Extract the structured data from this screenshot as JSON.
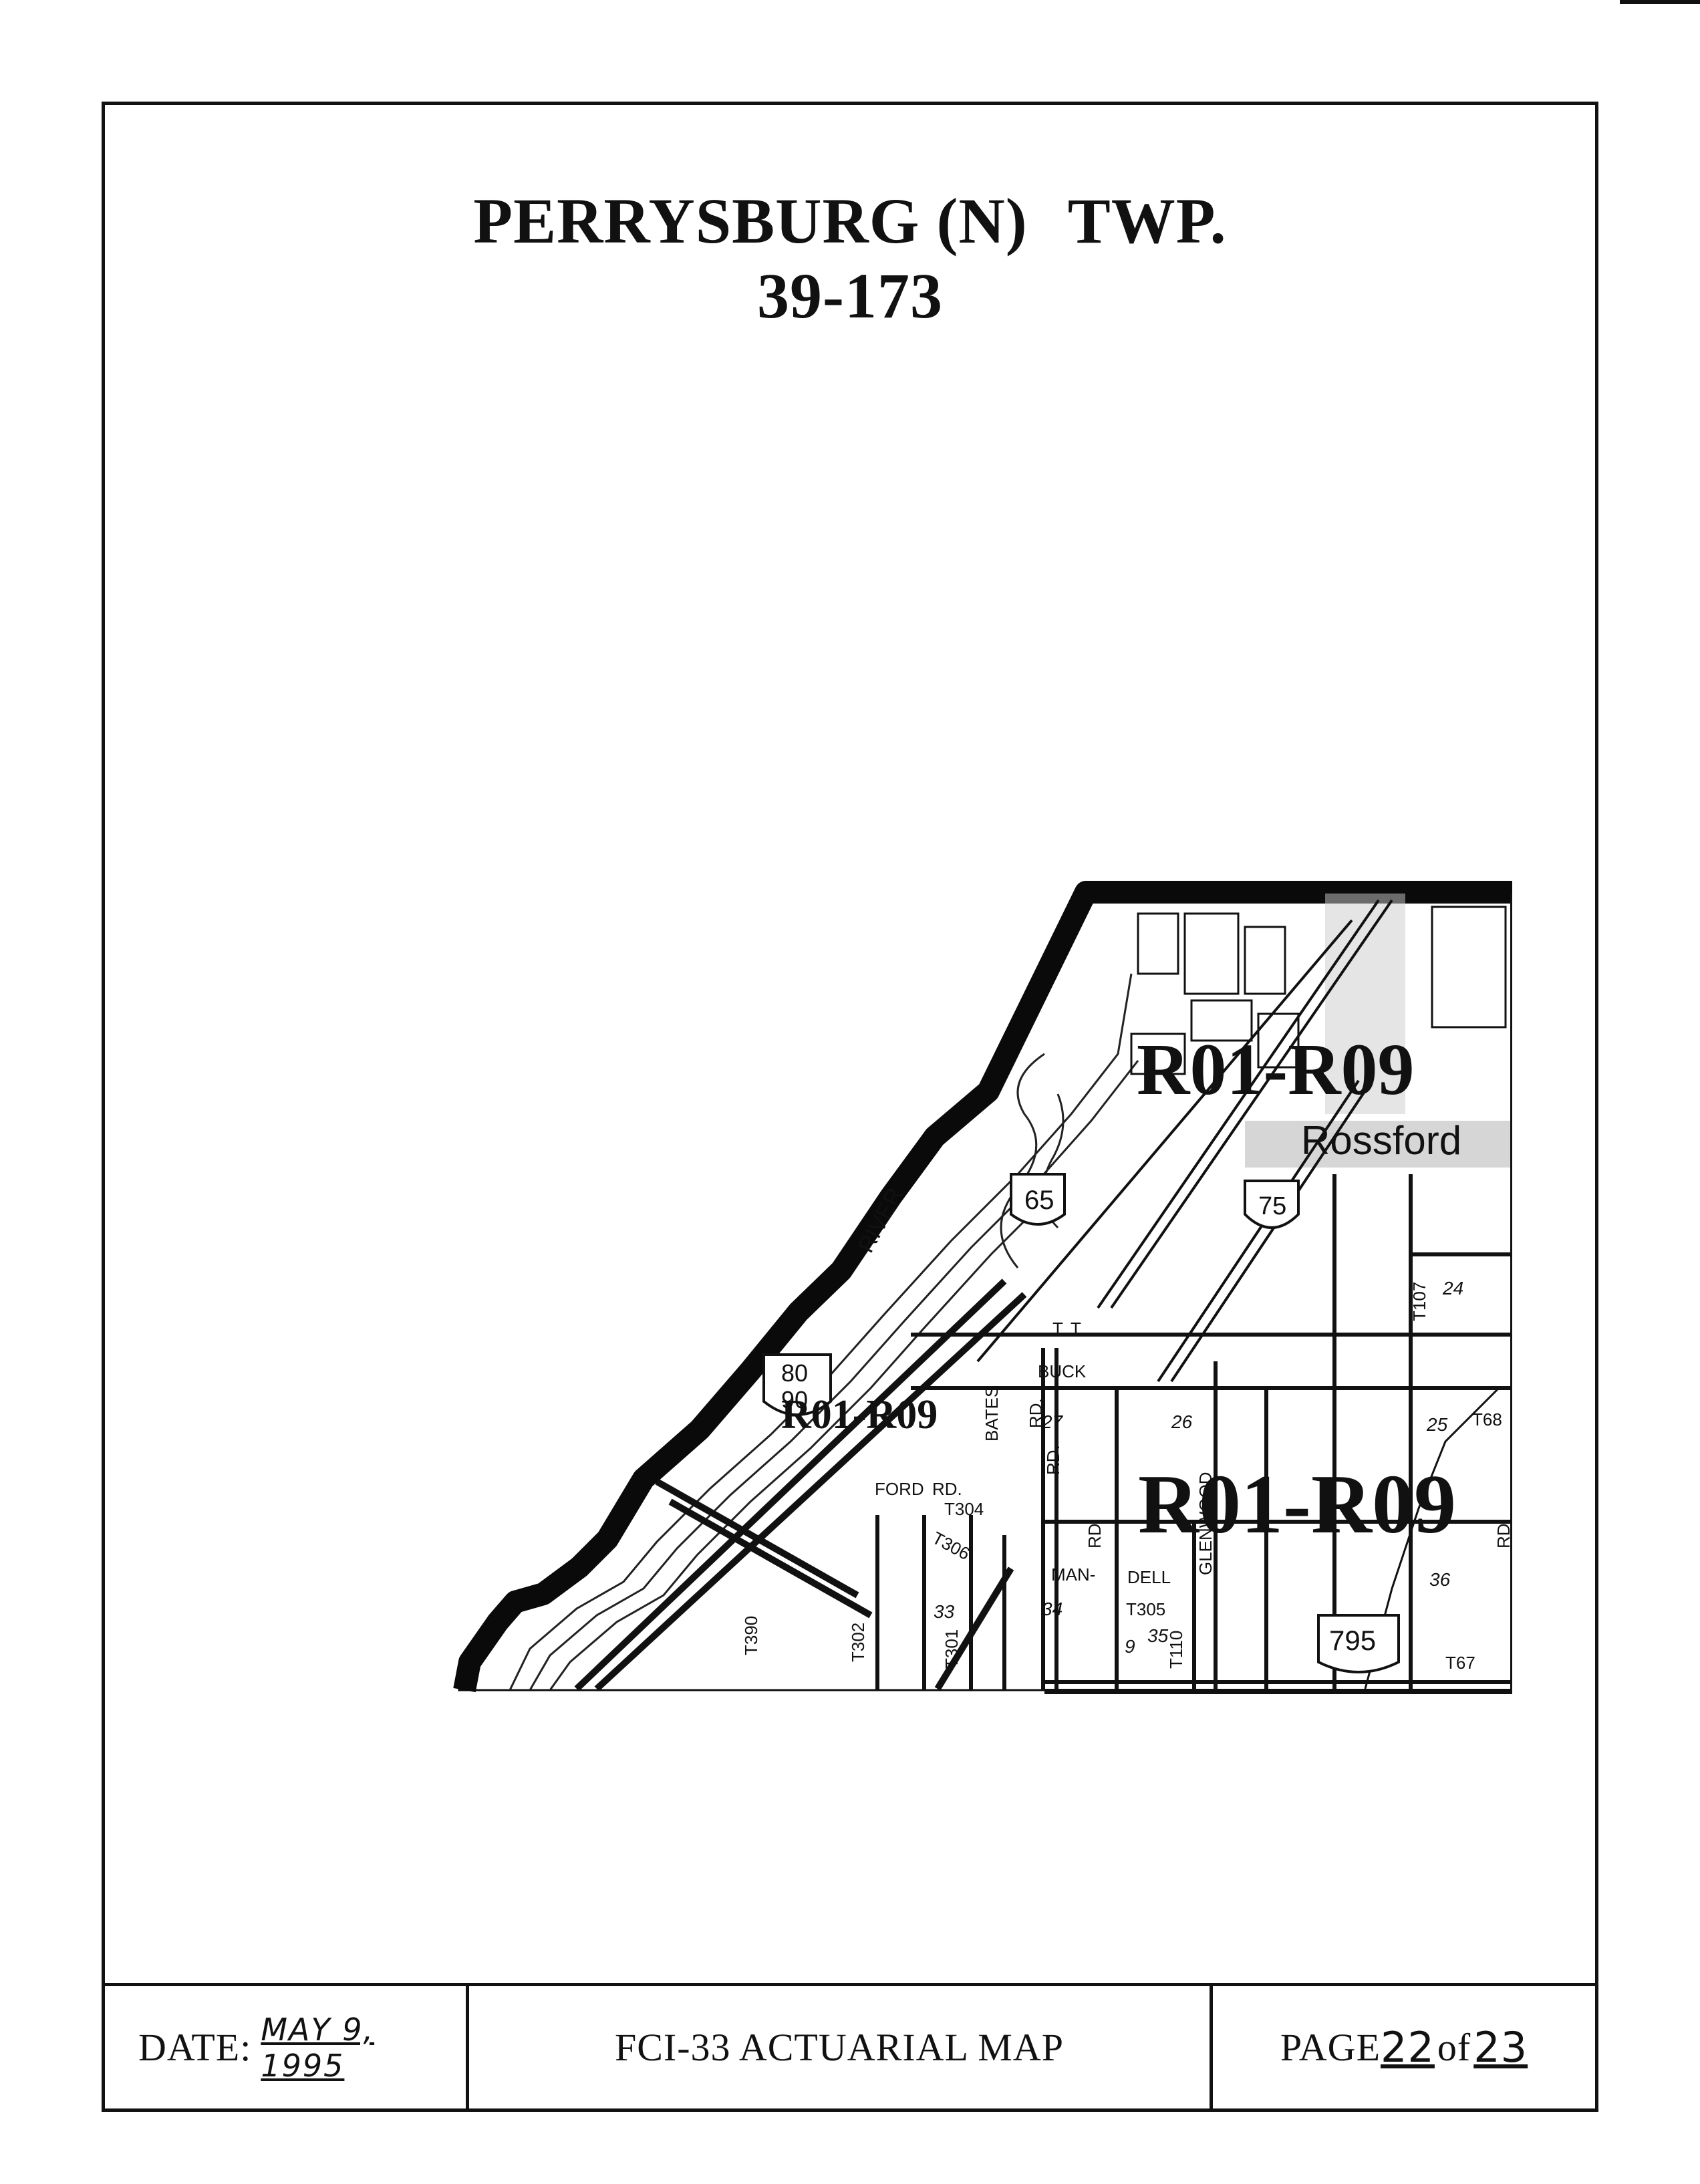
{
  "title": {
    "township_part1": "PERRYSBURG (N)",
    "township_part2": "TWP.",
    "code": "39-173"
  },
  "map": {
    "zone_labels": [
      "R01-R09",
      "R01-R09",
      "R01-R09"
    ],
    "place_labels": [
      "Rossford"
    ],
    "road_labels": [
      "BUCK",
      "FORD",
      "RD.",
      "BATES",
      "RD.",
      "RD.",
      "MAN-",
      "DELL",
      "GLENWOOD",
      "RD.",
      "RD.",
      "T. T."
    ],
    "township_road_labels": [
      "T390",
      "T302",
      "T301",
      "T304",
      "T306",
      "T305",
      "T110",
      "T107",
      "T68",
      "T67"
    ],
    "section_numbers": [
      "24",
      "25",
      "26",
      "27",
      "33",
      "34",
      "35",
      "36",
      "9"
    ],
    "route_shields": [
      "65",
      "75",
      "80",
      "90",
      "795"
    ],
    "river_label": "RIVER"
  },
  "footer": {
    "date_label": "DATE:",
    "date_value": "MAY 9, 1995",
    "map_title": "FCI-33 ACTUARIAL MAP",
    "page_label": "PAGE",
    "page_current": "22",
    "page_of": "of",
    "page_total": "23"
  }
}
